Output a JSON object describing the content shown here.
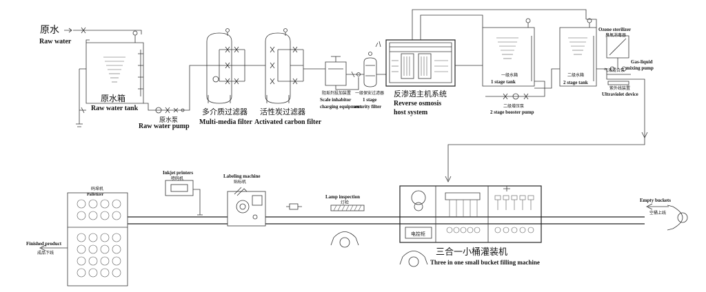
{
  "labels": {
    "raw_water_zh": "原水",
    "raw_water_en": "Raw water",
    "raw_tank_zh": "原水箱",
    "raw_tank_en": "Raw water tank",
    "raw_pump_zh": "原水泵",
    "raw_pump_en": "Raw water pump",
    "mm_filter_zh": "多介质过滤器",
    "mm_filter_en": "Multi-media filter",
    "ac_filter_zh": "活性炭过滤器",
    "ac_filter_en": "Activated carbon filter",
    "scale_zh": "阻垢剂投加装置",
    "scale_en1": "Scale inhabitor",
    "scale_en2": "charging equipment",
    "security_zh": "一级保安过滤器",
    "security_en1": "1 stage",
    "security_en2": "security filter",
    "ro_zh": "反渗透主机系统",
    "ro_en1": "Reverse osmosis",
    "ro_en2": "host system",
    "tank1_zh": "一级水箱",
    "tank1_en": "1 stage tank",
    "booster_zh": "二级增压泵",
    "booster_en": "2 stage booster pump",
    "tank2_zh": "二级水箱",
    "tank2_en": "2 stage tank",
    "ozone_en": "Ozone sterilizer",
    "ozone_zh": "臭氧消毒器",
    "mixing_zh": "气液混合泵",
    "mixing_en1": "Gas-liquid",
    "mixing_en2": "mixing pump",
    "uv_zh": "紫外线装置",
    "uv_en": "Ultraviolet device",
    "inkjet_en": "Inkjet printers",
    "inkjet_zh": "喷码机",
    "labeling_en": "Labeling machine",
    "labeling_zh": "贴标机",
    "lamp_en": "Lamp inspection",
    "lamp_zh": "灯检",
    "empty_en": "Empty buckets",
    "empty_zh": "空桶上线",
    "palletizer_zh": "码垛机",
    "palletizer_en": "Palletizer",
    "finished_en": "Finished product",
    "finished_zh": "成品下线",
    "control_zh": "电控柜",
    "filling_zh": "三合一小桶灌装机",
    "filling_en": "Three in one small bucket filling machine"
  },
  "colors": {
    "line": "#333333",
    "text": "#111111"
  }
}
